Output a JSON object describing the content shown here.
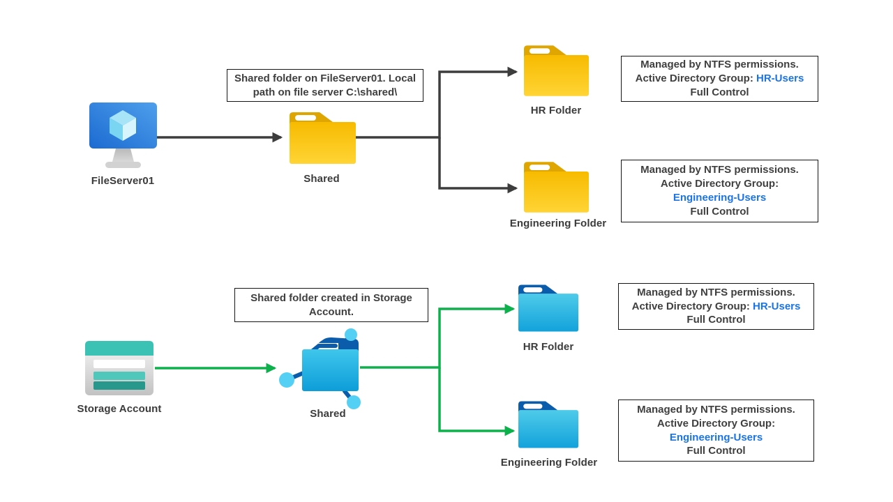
{
  "colors": {
    "arrow_dark": "#3D3D3D",
    "arrow_green": "#0DB14B",
    "link_blue": "#1B73E8",
    "folder_yellow": "#FFC907",
    "folder_yellow_tab": "#DFA500",
    "folder_cyan": "#1FB1E0",
    "folder_cyan_tab": "#0B5CAB",
    "storage_teal": "#3BC2B4"
  },
  "top_flow": {
    "server": {
      "label": "FileServer01"
    },
    "note": {
      "text": "Shared folder on FileServer01. Local path on file server C:\\shared\\"
    },
    "shared_folder": {
      "label": "Shared"
    },
    "hr_folder": {
      "label": "HR Folder"
    },
    "engineering_folder": {
      "label": "Engineering Folder"
    },
    "hr_permissions": {
      "line1": "Managed by NTFS permissions.",
      "line2_prefix": "Active Directory Group: ",
      "group": "HR-Users",
      "line3": "Full Control"
    },
    "engineering_permissions": {
      "line1": "Managed by NTFS permissions.",
      "line2": "Active Directory Group:",
      "group": "Engineering-Users",
      "line3": "Full Control"
    }
  },
  "bottom_flow": {
    "storage": {
      "label": "Storage Account"
    },
    "note": {
      "text": "Shared folder created in Storage Account."
    },
    "shared_folder": {
      "label": "Shared"
    },
    "hr_folder": {
      "label": "HR Folder"
    },
    "engineering_folder": {
      "label": "Engineering Folder"
    },
    "hr_permissions": {
      "line1": "Managed by NTFS permissions.",
      "line2_prefix": "Active Directory Group: ",
      "group": "HR-Users",
      "line3": "Full Control"
    },
    "engineering_permissions": {
      "line1": "Managed by NTFS permissions.",
      "line2": "Active Directory Group:",
      "group": "Engineering-Users",
      "line3": "Full Control"
    }
  }
}
